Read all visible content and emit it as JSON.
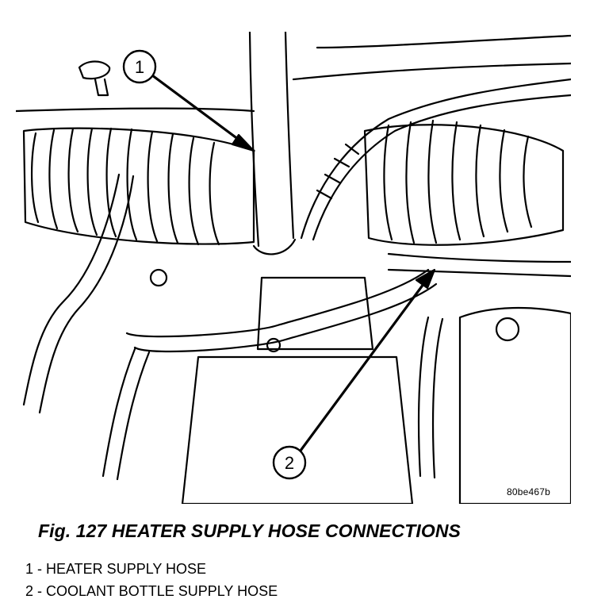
{
  "figure": {
    "callouts": [
      {
        "number": "1"
      },
      {
        "number": "2"
      }
    ],
    "code": "80be467b"
  },
  "caption": "Fig. 127 HEATER SUPPLY HOSE CONNECTIONS",
  "legend": [
    {
      "text": "1 - HEATER SUPPLY HOSE"
    },
    {
      "text": "2 - COOLANT BOTTLE SUPPLY HOSE"
    }
  ]
}
